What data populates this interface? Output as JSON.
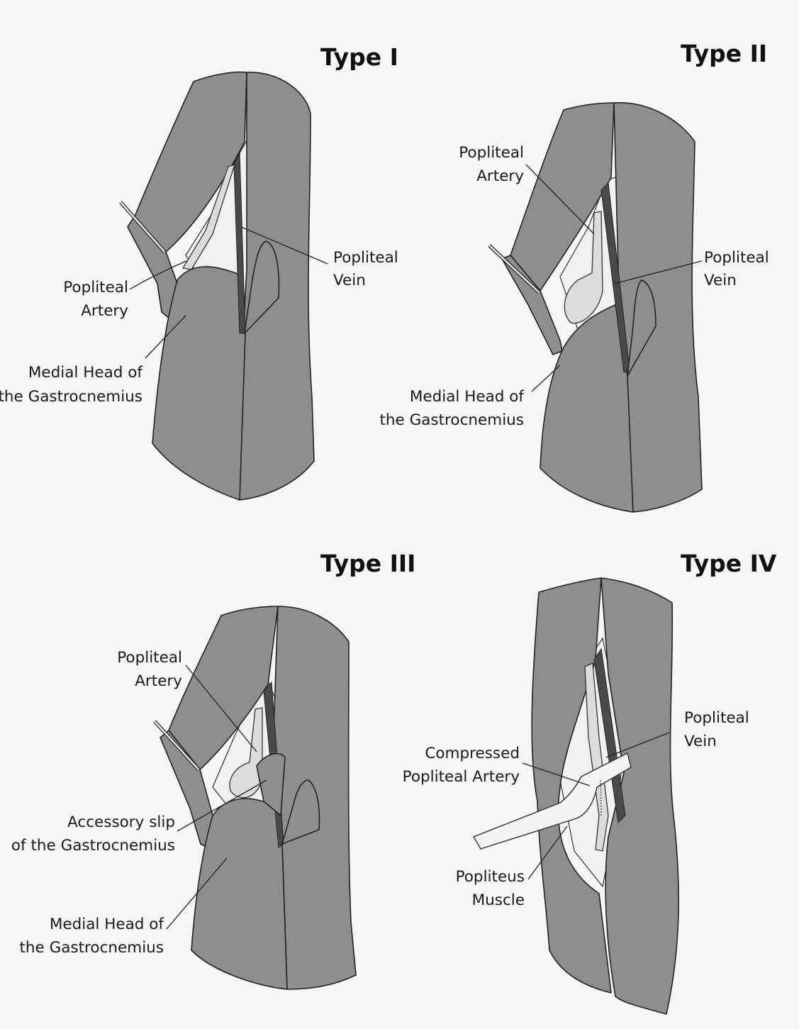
{
  "panels": [
    {
      "title": "Type I",
      "labels": {
        "artery": [
          "Popliteal",
          "Artery"
        ],
        "vein": [
          "Popliteal",
          "Vein"
        ],
        "medial": [
          "Medial Head of",
          "the Gastrocnemius"
        ]
      }
    },
    {
      "title": "Type II",
      "labels": {
        "artery": [
          "Popliteal",
          "Artery"
        ],
        "vein": [
          "Popliteal",
          "Vein"
        ],
        "medial": [
          "Medial Head of",
          "the Gastrocnemius"
        ]
      }
    },
    {
      "title": "Type III",
      "labels": {
        "artery": [
          "Popliteal",
          "Artery"
        ],
        "accessory": [
          "Accessory slip",
          "of the Gastrocnemius"
        ],
        "medial": [
          "Medial Head of",
          "the Gastrocnemius"
        ]
      }
    },
    {
      "title": "Type IV",
      "labels": {
        "vein": [
          "Popliteal",
          "Vein"
        ],
        "compressed": [
          "Compressed",
          "Popliteal Artery"
        ],
        "popliteus": [
          "Popliteus",
          "Muscle"
        ]
      }
    }
  ],
  "colors": {
    "background": "#f6f6f6",
    "muscle": "#8e8e8e",
    "vein": "#4a4a4a",
    "artery": "#dcdcdc",
    "fossa": "#f1f1f1",
    "text": "#1a1a1a"
  }
}
